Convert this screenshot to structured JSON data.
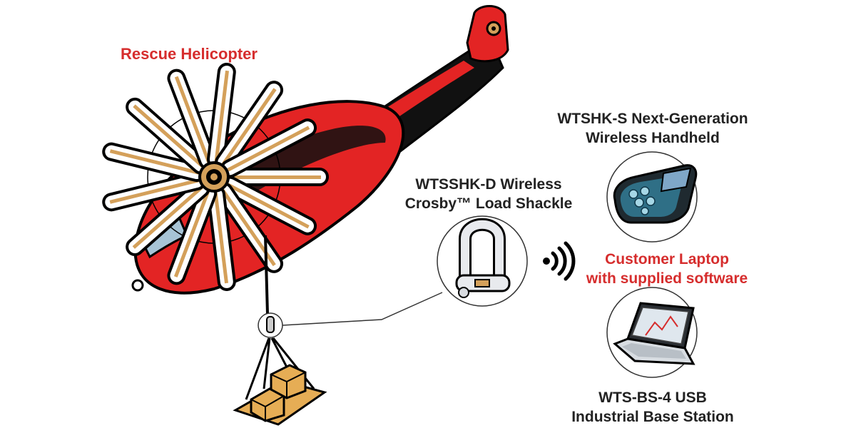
{
  "labels": {
    "helicopter": "Rescue Helicopter",
    "shackle": [
      "WTSSHK-D Wireless",
      "Crosby™ Load Shackle"
    ],
    "handheld": [
      "WTSHK-S Next-Generation",
      "Wireless Handheld"
    ],
    "laptop": [
      "Customer Laptop",
      "with supplied software"
    ],
    "base_station": [
      "WTS-BS-4 USB",
      "Industrial Base Station"
    ]
  },
  "icons": {
    "helicopter": "helicopter-illustration",
    "shackle": "load-shackle-icon",
    "signal": "wireless-signal-icon",
    "handheld": "handheld-device-icon",
    "laptop": "laptop-icon",
    "cargo": "cargo-crates-icon"
  },
  "colors": {
    "accent_red": "#d62d2d",
    "text_dark": "#222222",
    "helicopter_body": "#e32424",
    "rotor_gold": "#d4a05a",
    "crate_tan": "#e6ad55",
    "handheld_teal": "#2f6f86"
  }
}
